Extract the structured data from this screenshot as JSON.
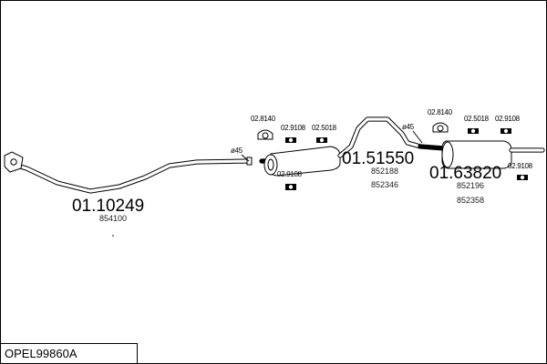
{
  "diagram": {
    "code": "OPEL99860A",
    "parts": [
      {
        "id": "front-pipe",
        "number": "01.10249",
        "refs": [
          "854100"
        ]
      },
      {
        "id": "middle-silencer",
        "number": "01.51550",
        "refs": [
          "852188",
          "852346"
        ]
      },
      {
        "id": "rear-silencer",
        "number": "01.63820",
        "refs": [
          "852196",
          "852358"
        ]
      }
    ],
    "fittings": {
      "mid_clamp_a": "02.8140",
      "mid_hanger_a": "02.9108",
      "mid_hanger_b": "02.5018",
      "mid_hanger_c": "02.9108",
      "rear_clamp": "02.8140",
      "rear_hanger_a": "02.5018",
      "rear_hanger_b": "02.9108",
      "rear_hanger_c": "02.9108"
    },
    "diameters": {
      "front_joint": "ø45",
      "rear_joint": "ø45"
    }
  }
}
